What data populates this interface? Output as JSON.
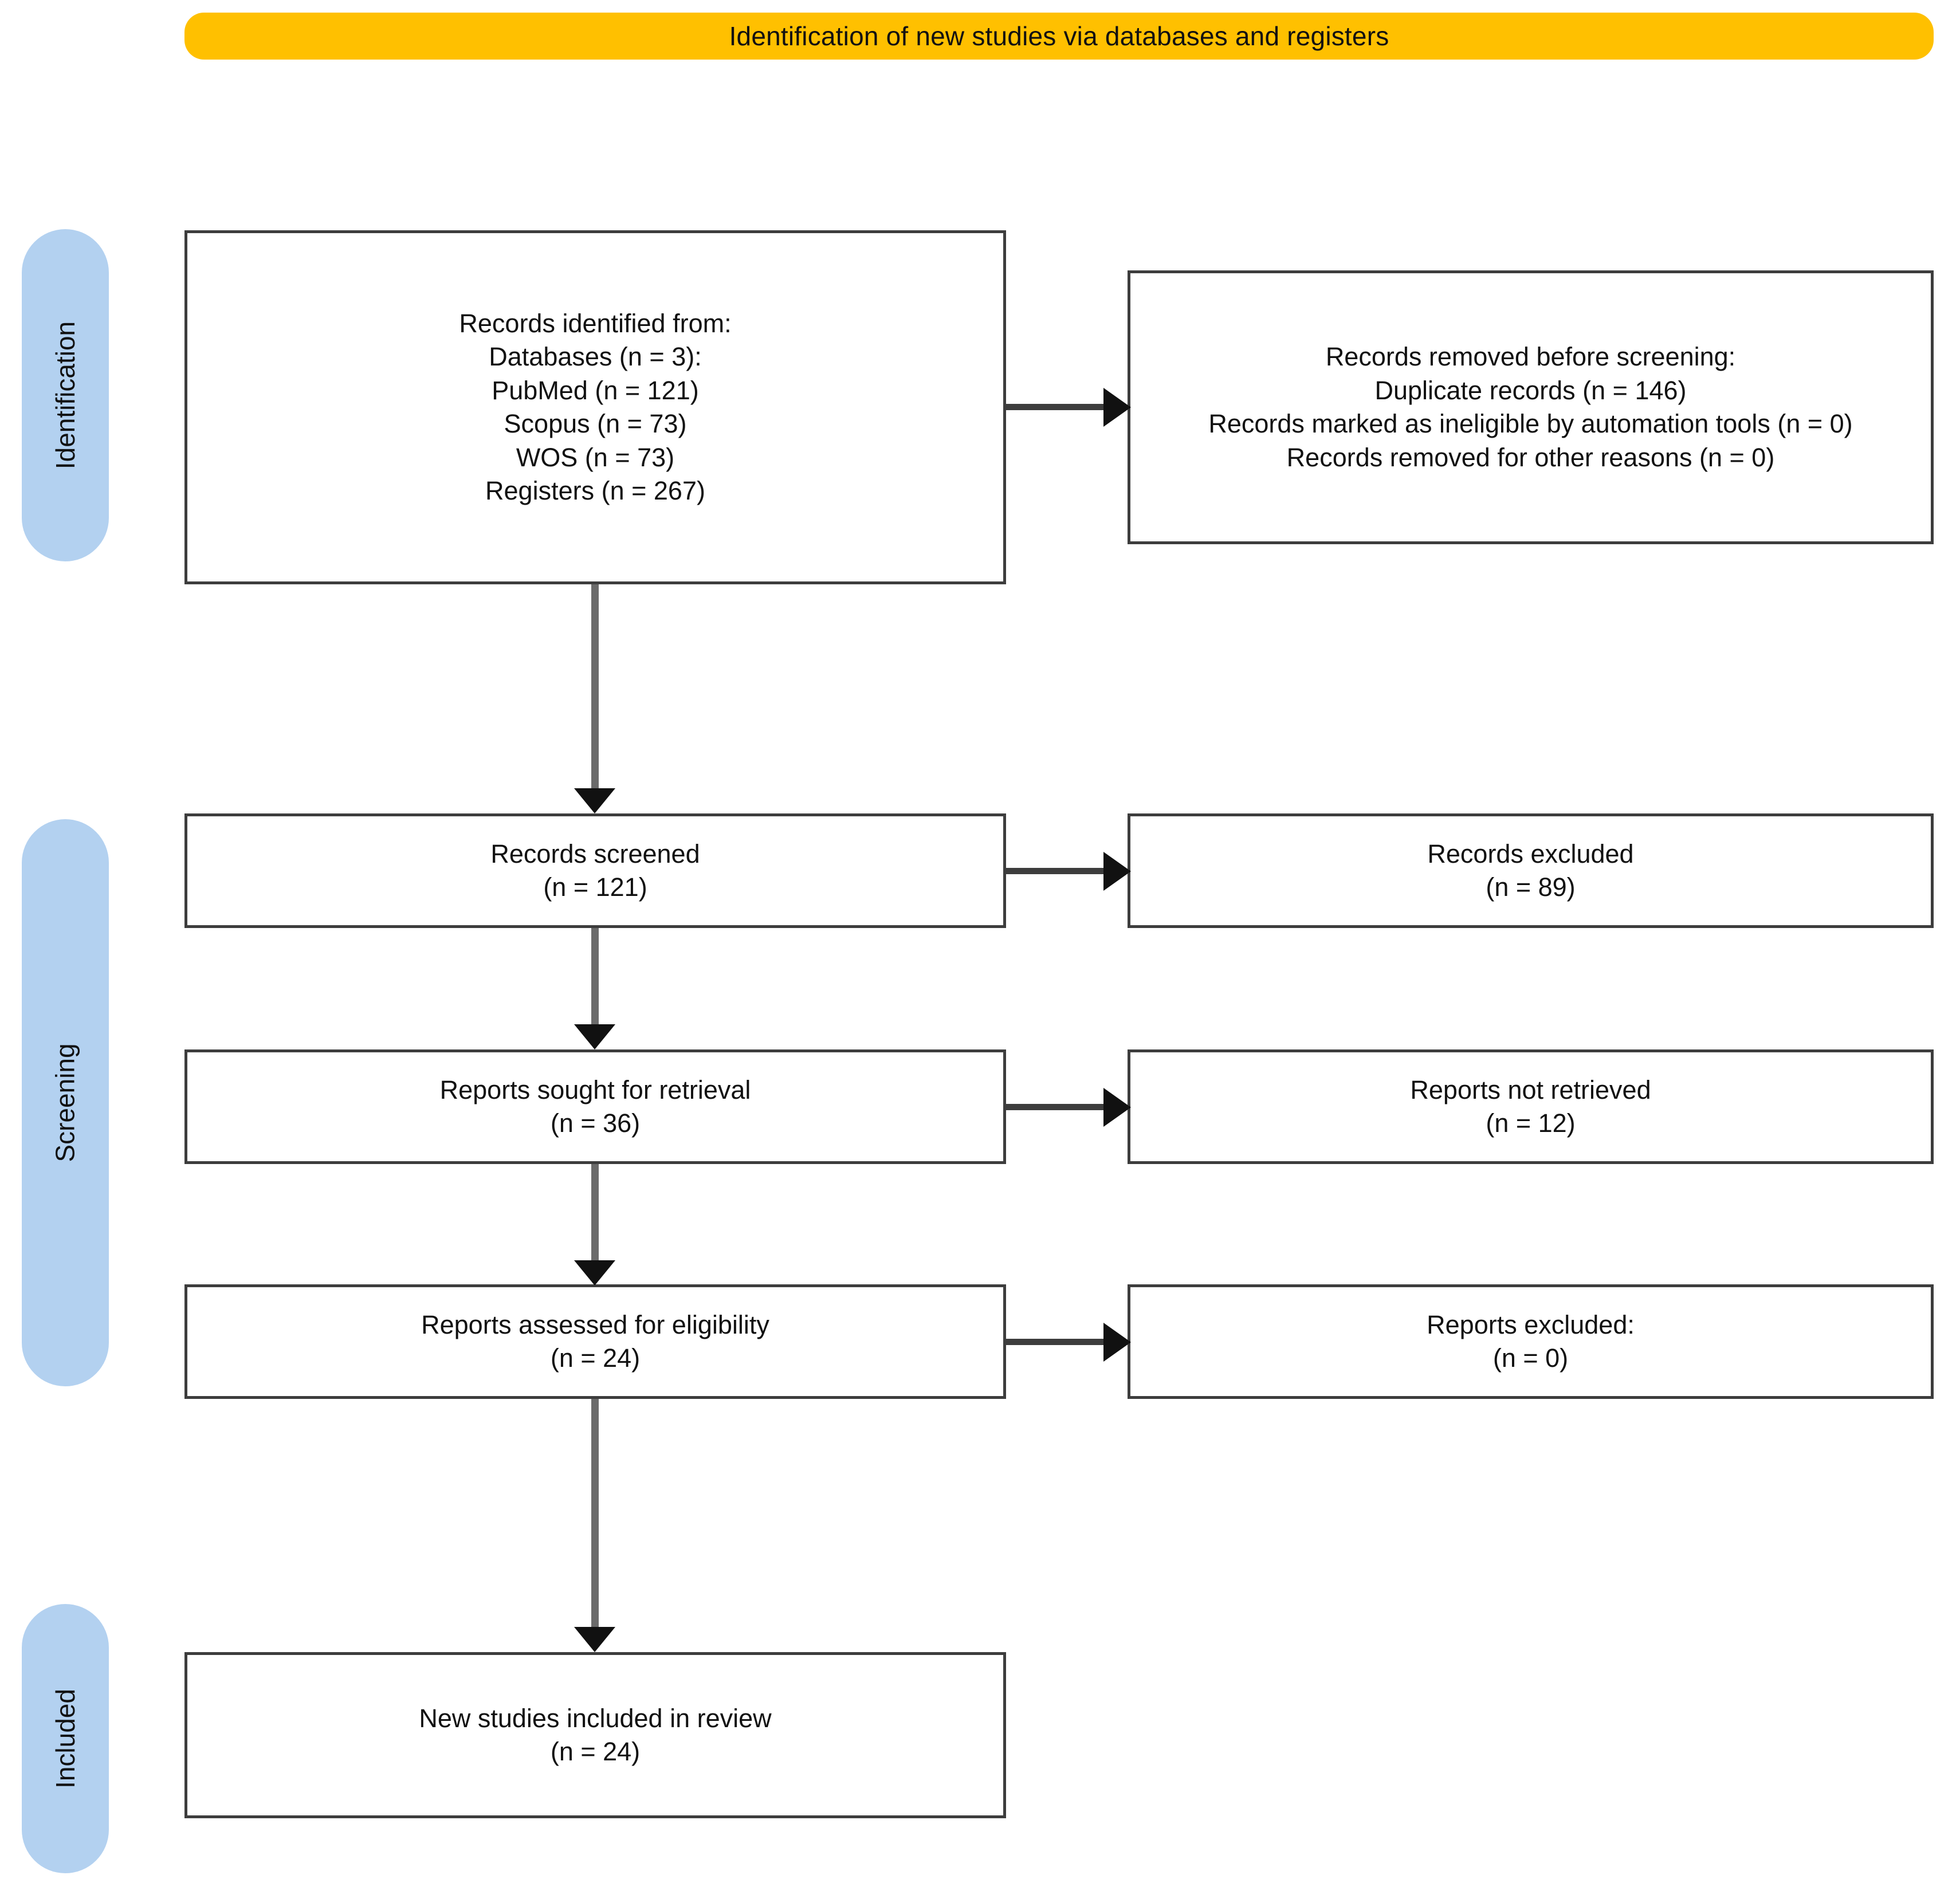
{
  "header": {
    "title": "Identification of new studies via databases and registers",
    "color": "#FFC000"
  },
  "stages": {
    "pill_color": "#B3D1F0",
    "identification": "Identification",
    "screening": "Screening",
    "included": "Included"
  },
  "boxes": {
    "identified": {
      "lines": [
        "Records identified from:",
        "Databases (n = 3):",
        "PubMed (n = 121)",
        "Scopus (n = 73)",
        "WOS (n = 73)",
        "Registers (n = 267)"
      ]
    },
    "removed_before_screening": {
      "lines": [
        "Records removed before screening:",
        "Duplicate records (n = 146)",
        "Records marked as ineligible by automation tools (n = 0)",
        "Records removed for other reasons (n = 0)"
      ]
    },
    "screened": {
      "lines": [
        "Records screened",
        "(n = 121)"
      ]
    },
    "records_excluded": {
      "lines": [
        "Records excluded",
        "(n = 89)"
      ]
    },
    "sought_for_retrieval": {
      "lines": [
        "Reports sought for retrieval",
        "(n = 36)"
      ]
    },
    "not_retrieved": {
      "lines": [
        "Reports not retrieved",
        "(n = 12)"
      ]
    },
    "assessed_for_eligibility": {
      "lines": [
        "Reports assessed for eligibility",
        "(n = 24)"
      ]
    },
    "reports_excluded": {
      "lines": [
        "Reports excluded:",
        "(n = 0)"
      ]
    },
    "new_studies_included": {
      "lines": [
        "New studies included in review",
        "(n = 24)"
      ]
    }
  },
  "chart_data": {
    "type": "diagram",
    "title": "Identification of new studies via databases and registers",
    "diagram_kind": "PRISMA 2020 flow diagram",
    "stages": [
      "Identification",
      "Screening",
      "Included"
    ],
    "nodes": [
      {
        "id": "identified",
        "stage": "Identification",
        "column": "left",
        "label": "Records identified from:",
        "counts": {
          "databases": 3,
          "PubMed": 121,
          "Scopus": 73,
          "WOS": 73,
          "Registers": 267
        }
      },
      {
        "id": "removed_before_screening",
        "stage": "Identification",
        "column": "right",
        "label": "Records removed before screening:",
        "counts": {
          "duplicate_records": 146,
          "ineligible_by_automation_tools": 0,
          "removed_other_reasons": 0
        }
      },
      {
        "id": "screened",
        "stage": "Screening",
        "column": "left",
        "label": "Records screened",
        "n": 121
      },
      {
        "id": "records_excluded",
        "stage": "Screening",
        "column": "right",
        "label": "Records excluded",
        "n": 89
      },
      {
        "id": "sought_for_retrieval",
        "stage": "Screening",
        "column": "left",
        "label": "Reports sought for retrieval",
        "n": 36
      },
      {
        "id": "not_retrieved",
        "stage": "Screening",
        "column": "right",
        "label": "Reports not retrieved",
        "n": 12
      },
      {
        "id": "assessed_for_eligibility",
        "stage": "Screening",
        "column": "left",
        "label": "Reports assessed for eligibility",
        "n": 24
      },
      {
        "id": "reports_excluded",
        "stage": "Screening",
        "column": "right",
        "label": "Reports excluded:",
        "n": 0
      },
      {
        "id": "new_studies_included",
        "stage": "Included",
        "column": "left",
        "label": "New studies included in review",
        "n": 24
      }
    ],
    "edges": [
      {
        "from": "identified",
        "to": "removed_before_screening",
        "direction": "horizontal"
      },
      {
        "from": "identified",
        "to": "screened",
        "direction": "vertical"
      },
      {
        "from": "screened",
        "to": "records_excluded",
        "direction": "horizontal"
      },
      {
        "from": "screened",
        "to": "sought_for_retrieval",
        "direction": "vertical"
      },
      {
        "from": "sought_for_retrieval",
        "to": "not_retrieved",
        "direction": "horizontal"
      },
      {
        "from": "sought_for_retrieval",
        "to": "assessed_for_eligibility",
        "direction": "vertical"
      },
      {
        "from": "assessed_for_eligibility",
        "to": "reports_excluded",
        "direction": "horizontal"
      },
      {
        "from": "assessed_for_eligibility",
        "to": "new_studies_included",
        "direction": "vertical"
      }
    ]
  }
}
